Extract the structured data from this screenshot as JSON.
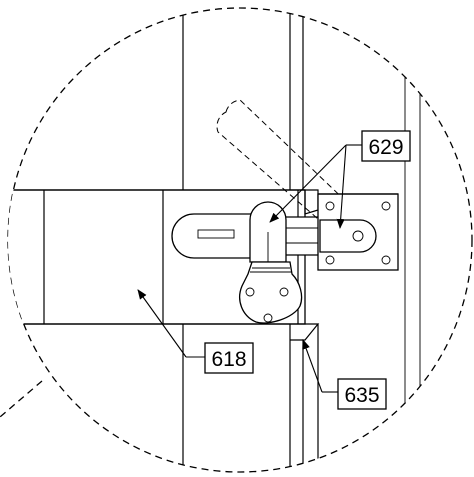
{
  "callouts": {
    "c629": "629",
    "c618": "618",
    "c635": "635"
  },
  "icons": {
    "arrowhead": "arrowhead-icon",
    "hole": "bolt-hole-icon"
  }
}
